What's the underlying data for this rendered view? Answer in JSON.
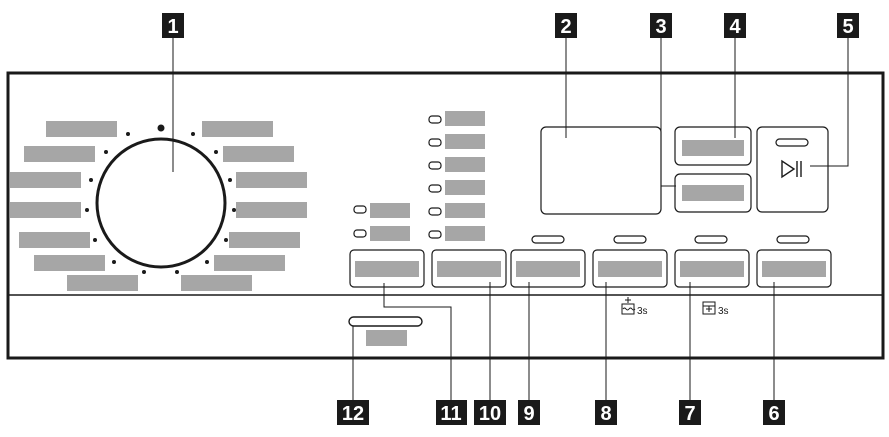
{
  "diagram": {
    "callouts": [
      "1",
      "2",
      "3",
      "4",
      "5",
      "6",
      "7",
      "8",
      "9",
      "10",
      "11",
      "12"
    ],
    "time_suffix_8": "3s",
    "time_suffix_7": "3s",
    "colors": {
      "outline": "#1a1a1a",
      "label_placeholder": "#a6a6a6",
      "callout_box": "#1a1a1a",
      "callout_text": "#ffffff"
    },
    "icons": {
      "program_dial": "rotary-dial-icon",
      "start_pause": "play-pause-icon",
      "button_8_symbol": "rinse-plus-icon",
      "button_7_symbol": "child-lock-icon"
    }
  }
}
